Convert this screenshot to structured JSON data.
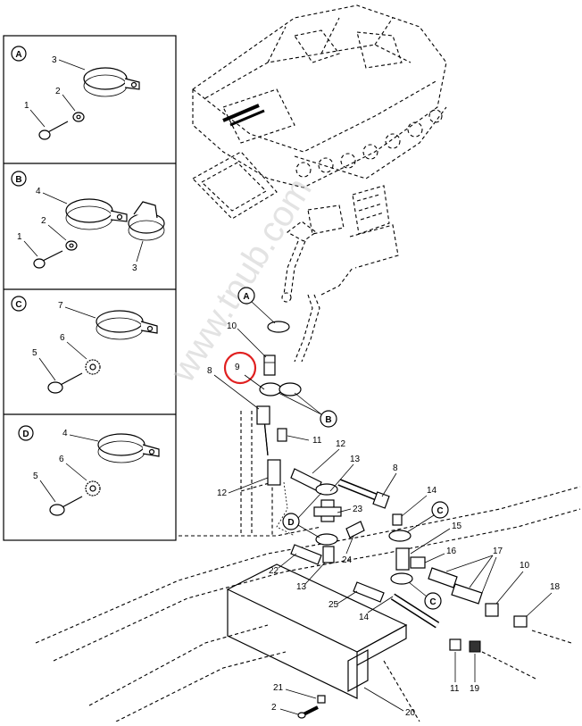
{
  "watermark": "www.tpub.com",
  "detail_panels": [
    {
      "letter": "A",
      "callouts": [
        "3",
        "2",
        "1"
      ]
    },
    {
      "letter": "B",
      "callouts": [
        "4",
        "2",
        "1",
        "3"
      ]
    },
    {
      "letter": "C",
      "callouts": [
        "7",
        "6",
        "5"
      ]
    },
    {
      "letter": "D",
      "callouts": [
        "4",
        "6",
        "5"
      ]
    }
  ],
  "detail_refs": [
    "A",
    "B",
    "C",
    "D",
    "C"
  ],
  "callouts": [
    "10",
    "9",
    "8",
    "11",
    "12",
    "12",
    "13",
    "8",
    "23",
    "14",
    "15",
    "16",
    "17",
    "10",
    "18",
    "22",
    "24",
    "13",
    "25",
    "14",
    "11",
    "19",
    "21",
    "2",
    "20"
  ],
  "highlight": {
    "label": "9",
    "color": "#e02020"
  }
}
